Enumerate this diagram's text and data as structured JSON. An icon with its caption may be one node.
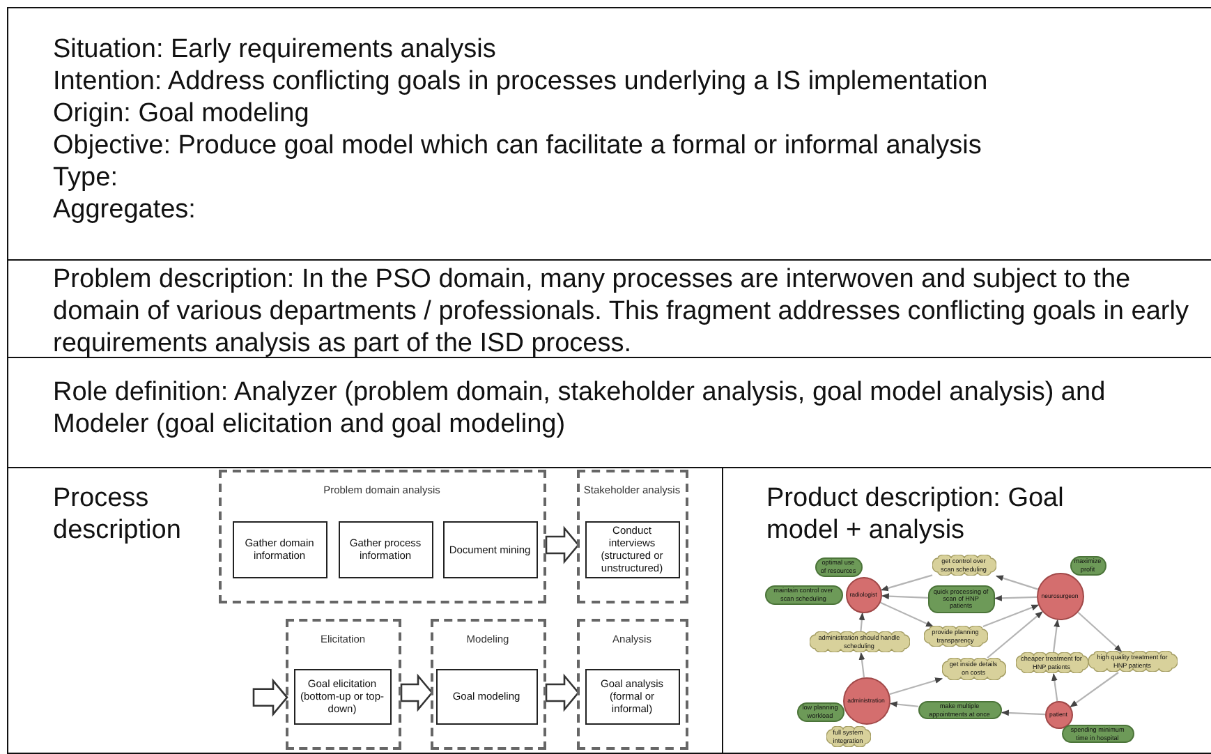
{
  "diagram": {
    "nodes": [
      {
        "text": [
          "Situation: Early requirements analysis",
          "Intention: Address conflicting goals in processes underlying a IS implementation",
          "Origin: Goal modeling",
          "Objective: Produce goal model which can facilitate a formal or informal analysis",
          "Type:",
          "Aggregates:"
        ]
      },
      {
        "text": [
          "Problem description: In the PSO domain, many processes are interwoven and subject to the domain of various departments / professionals. This fragment addresses conflicting goals in early requirements analysis as part of the ISD process."
        ]
      },
      {
        "text": [
          "Role definition: Analyzer (problem domain, stakeholder analysis, goal model analysis) and Modeler (goal elicitation and goal modeling)"
        ]
      },
      {
        "text": [
          "Process description"
        ]
      },
      {
        "text": [
          "Problem domain analysis"
        ],
        "in": 3
      },
      {
        "text": [
          "Gather domain information"
        ],
        "in": 4
      },
      {
        "text": [
          "Gather process information"
        ],
        "in": 4
      },
      {
        "text": [
          "Document mining"
        ],
        "in": 4
      },
      {
        "text": [
          "Stakeholder analysis"
        ],
        "in": 3
      },
      {
        "text": [
          "Conduct interviews (structured or unstructured)"
        ],
        "in": 8
      },
      {
        "text": [
          "Elicitation"
        ],
        "in": 3
      },
      {
        "text": [
          "Goal elicitation (bottom-up or top-down)"
        ],
        "in": 10
      },
      {
        "text": [
          "Modeling"
        ],
        "in": 3
      },
      {
        "text": [
          "Goal modeling"
        ],
        "in": 12
      },
      {
        "text": [
          "Analysis"
        ],
        "in": 3
      },
      {
        "text": [
          "Goal analysis (formal or informal)"
        ],
        "in": 14
      },
      {
        "text": [
          "Product description: Goal model + analysis"
        ]
      },
      {
        "text": [
          "get control over scan scheduling"
        ],
        "in": 16
      },
      {
        "text": [
          "optimal use of resources"
        ],
        "in": 16
      },
      {
        "text": [
          "maximize profit"
        ],
        "in": 16
      },
      {
        "text": [
          "radiologist"
        ],
        "in": 16
      },
      {
        "text": [
          "maintain control over scan scheduling"
        ],
        "in": 16
      },
      {
        "text": [
          "quick processing of scan of HNP patients"
        ],
        "in": 16
      },
      {
        "text": [
          "neurosurgeon"
        ],
        "in": 16
      },
      {
        "text": [
          "provide planning transparency"
        ],
        "in": 16
      },
      {
        "text": [
          "administration should handle scheduling"
        ],
        "in": 16
      },
      {
        "text": [
          "cheaper treatment for HNP patients"
        ],
        "in": 16
      },
      {
        "text": [
          "high quality treatment for HNP patients"
        ],
        "in": 16
      },
      {
        "text": [
          "get inside details on costs"
        ],
        "in": 16
      },
      {
        "text": [
          "administration"
        ],
        "in": 16
      },
      {
        "text": [
          "make multiple appointments at once"
        ],
        "in": 16
      },
      {
        "text": [
          "low planning workload"
        ],
        "in": 16
      },
      {
        "text": [
          "patient"
        ],
        "in": 16
      },
      {
        "text": [
          "spending minimum time in hospital"
        ],
        "in": 16
      },
      {
        "text": [
          "full system integration"
        ],
        "in": 16
      }
    ],
    "edges": [
      {
        "from": 4,
        "to": 8,
        "arrow": "to",
        "style": "thick"
      },
      {
        "from": null,
        "to": 10,
        "arrow": "to",
        "style": "thick"
      },
      {
        "from": 10,
        "to": 12,
        "arrow": "to",
        "style": "thick"
      },
      {
        "from": 12,
        "to": 14,
        "arrow": "to",
        "style": "thick"
      },
      {
        "from": 23,
        "to": 17,
        "arrow": "to"
      },
      {
        "from": 17,
        "to": 20,
        "arrow": "to"
      },
      {
        "from": 23,
        "to": 22,
        "arrow": "to"
      },
      {
        "from": 22,
        "to": 20,
        "arrow": "to"
      },
      {
        "from": 20,
        "to": 24,
        "arrow": "to"
      },
      {
        "from": 24,
        "to": 23,
        "arrow": "to"
      },
      {
        "from": 29,
        "to": 25,
        "arrow": "to"
      },
      {
        "from": 25,
        "to": 20,
        "arrow": "to"
      },
      {
        "from": 29,
        "to": 28,
        "arrow": "to"
      },
      {
        "from": 28,
        "to": 23,
        "arrow": "to"
      },
      {
        "from": 32,
        "to": 26,
        "arrow": "to"
      },
      {
        "from": 26,
        "to": 23,
        "arrow": "to"
      },
      {
        "from": 23,
        "to": 27,
        "arrow": "to"
      },
      {
        "from": 27,
        "to": 32,
        "arrow": "to"
      },
      {
        "from": 32,
        "to": 30,
        "arrow": "to"
      },
      {
        "from": 30,
        "to": 29,
        "arrow": "to"
      }
    ]
  }
}
